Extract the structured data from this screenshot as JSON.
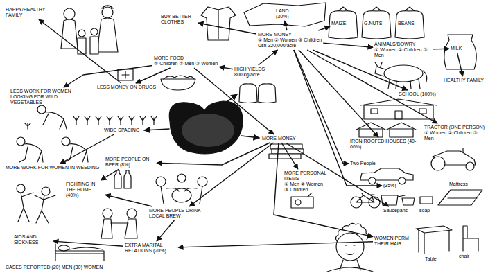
{
  "diagram": {
    "nodes": [
      {
        "text": [
          "HAPPY/HEALTHY FAMILY"
        ]
      },
      {
        "text": [
          "BUY BETTER CLOTHES"
        ]
      },
      {
        "text": [
          "LAND",
          "(30%)"
        ]
      },
      {
        "text": [
          "MAIZE"
        ]
      },
      {
        "text": [
          "G.NUTS"
        ]
      },
      {
        "text": [
          "BEANS"
        ]
      },
      {
        "text": [
          "ANIMALS/DOWRY",
          "① Women ② Children ③ Men"
        ]
      },
      {
        "text": [
          "MILK"
        ]
      },
      {
        "text": [
          "HEALTHY FAMILY"
        ]
      },
      {
        "text": [
          "MORE MONEY",
          "① Men ② Women ③ Children",
          "Ush 320,000/acre"
        ]
      },
      {
        "text": [
          "MORE FOOD",
          "① Children ② Men ③ Women"
        ]
      },
      {
        "text": [
          "LESS MONEY ON DRUGS"
        ]
      },
      {
        "text": [
          "HIGH YIELDS",
          "800 kg/acre"
        ]
      },
      {
        "text": [
          "SCHOOL (100%)"
        ]
      },
      {
        "text": [
          "IRON ROOFED HOUSES (40-60%)"
        ]
      },
      {
        "text": [
          "Two People"
        ]
      },
      {
        "text": [
          "TRACTOR (ONE PERSON)",
          "① Women ② Children ③ Men"
        ]
      },
      {
        "text": [
          "(35%)"
        ]
      },
      {
        "text": [
          "LESS WORK FOR WOMEN LOOKING FOR WILD VEGETABLES"
        ]
      },
      {
        "text": [
          "WIDE SPACING"
        ]
      },
      {
        "text": [
          "MORE WORK FOR WOMEN IN WEEDING"
        ]
      },
      {
        "text": [
          "MORE MONEY"
        ]
      },
      {
        "text": [
          "MORE PERSONAL ITEMS",
          "① Men ② Women ③ Children"
        ]
      },
      {
        "text": [
          "MORE PEOPLE ON BEER (8%)"
        ]
      },
      {
        "text": [
          "FIGHTING IN THE HOME (40%)"
        ]
      },
      {
        "text": [
          "MORE PEOPLE DRINK LOCAL BREW"
        ]
      },
      {
        "text": [
          "EXTRA MARITAL RELATIONS (20%)"
        ]
      },
      {
        "text": [
          "AIDS AND SICKNESS"
        ]
      },
      {
        "text": [
          "WOMEN PERM THEIR HAIR"
        ]
      },
      {
        "text": [
          "Saucepans"
        ]
      },
      {
        "text": [
          "soap"
        ]
      },
      {
        "text": [
          "Mattress"
        ]
      },
      {
        "text": [
          "Table"
        ]
      },
      {
        "text": [
          "chair"
        ]
      }
    ],
    "edges": [
      {
        "from": 9,
        "to": 1,
        "arrow": "to"
      },
      {
        "from": 9,
        "to": 2,
        "arrow": "to"
      },
      {
        "from": 9,
        "to": 3,
        "arrow": "to"
      },
      {
        "from": 9,
        "to": 6,
        "arrow": "to"
      },
      {
        "from": 6,
        "to": 7,
        "arrow": "to"
      },
      {
        "from": 7,
        "to": 8,
        "arrow": "to"
      },
      {
        "from": 9,
        "to": 13,
        "arrow": "to"
      },
      {
        "from": 9,
        "to": 14,
        "arrow": "to"
      },
      {
        "from": 9,
        "to": 15,
        "arrow": "to"
      },
      {
        "from": 9,
        "to": 16,
        "arrow": "to"
      },
      {
        "from": 9,
        "to": 17,
        "arrow": "to"
      },
      {
        "from": 12,
        "to": 9,
        "arrow": "to"
      },
      {
        "from": 12,
        "to": 10,
        "arrow": "to"
      },
      {
        "from": 10,
        "to": 11,
        "arrow": "to"
      },
      {
        "from": 11,
        "to": 0,
        "arrow": "to"
      },
      {
        "from": 10,
        "to": 18,
        "arrow": "to"
      },
      {
        "from": 10,
        "to": 21,
        "arrow": "to"
      },
      {
        "from": 19,
        "to": 20,
        "arrow": "to"
      },
      {
        "from": 21,
        "to": 22,
        "arrow": "to"
      },
      {
        "from": 21,
        "to": 23,
        "arrow": "to"
      },
      {
        "from": 21,
        "to": 25,
        "arrow": "to"
      },
      {
        "from": 21,
        "to": 28,
        "arrow": "to"
      },
      {
        "from": 21,
        "to": 29,
        "arrow": "to"
      },
      {
        "from": 23,
        "to": 24,
        "arrow": "to"
      },
      {
        "from": 25,
        "to": 24,
        "arrow": "to"
      },
      {
        "from": 25,
        "to": 26,
        "arrow": "to"
      },
      {
        "from": 26,
        "to": 27,
        "arrow": "to"
      },
      {
        "from": 28,
        "to": 26,
        "arrow": "to"
      }
    ],
    "labels": [
      "CASES REPORTED (20) MEN (30) WOMEN"
    ]
  }
}
